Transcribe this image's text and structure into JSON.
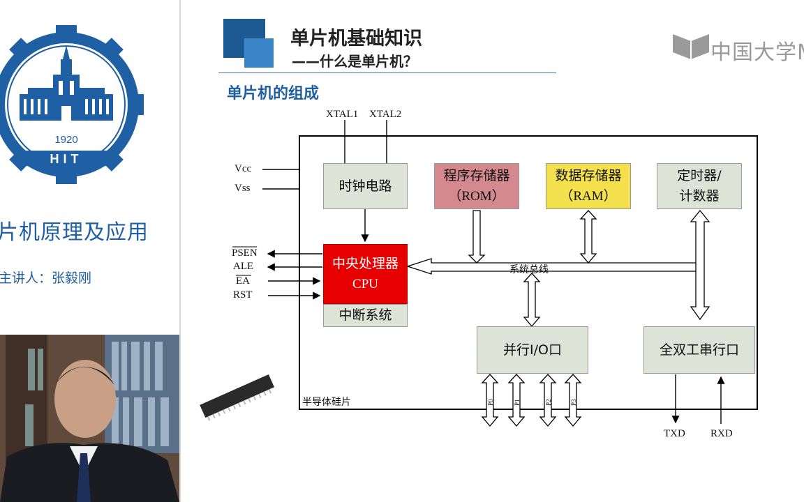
{
  "left_panel": {
    "logo": {
      "year": "1920",
      "abbrev": "HIT"
    },
    "course_title": "片机原理及应用",
    "lecturer": "主讲人：张毅刚"
  },
  "header": {
    "title": "单片机基础知识",
    "subtitle": "——什么是单片机？",
    "watermark": "中国大学M"
  },
  "section_heading": "单片机的组成",
  "diagram": {
    "top_pins": [
      "XTAL1",
      "XTAL2"
    ],
    "left_pins": {
      "vcc": "Vcc",
      "vss": "Vss",
      "psen": "PSEN",
      "ale": "ALE",
      "ea": "EA",
      "rst": "RST"
    },
    "blocks": {
      "clock": "时钟电路",
      "program_memory": [
        "程序存储器",
        "（ROM）"
      ],
      "data_memory": [
        "数据存储器",
        "（RAM）"
      ],
      "timer": [
        "定时器/",
        "计数器"
      ],
      "cpu": [
        "中央处理器",
        "CPU"
      ],
      "interrupt": "中断系统",
      "parallel_io": "并行I/O口",
      "serial_port": "全双工串行口"
    },
    "bus_label": "系统总线",
    "chip_label": "半导体硅片",
    "ports": [
      "P0",
      "P1",
      "P2",
      "P3"
    ],
    "serial_pins": [
      "TXD",
      "RXD"
    ],
    "colors": {
      "cpu": "#e60000",
      "rom": "#d4898e",
      "ram": "#f4e04d",
      "block": "#dde3d6"
    }
  }
}
